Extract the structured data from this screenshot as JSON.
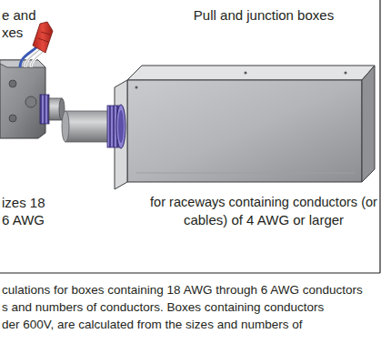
{
  "diagram": {
    "labels": [
      "e and",
      "xes",
      "Pull and junction boxes",
      "izes 18",
      "6 AWG",
      "for raceways containing conductors (or",
      "cables) of 4 AWG or larger",
      "culations for boxes containing 18 AWG through 6 AWG conductors",
      "s and numbers of conductors. Boxes containing conductors",
      "der 600V, are calculated from the sizes and numbers of"
    ]
  }
}
